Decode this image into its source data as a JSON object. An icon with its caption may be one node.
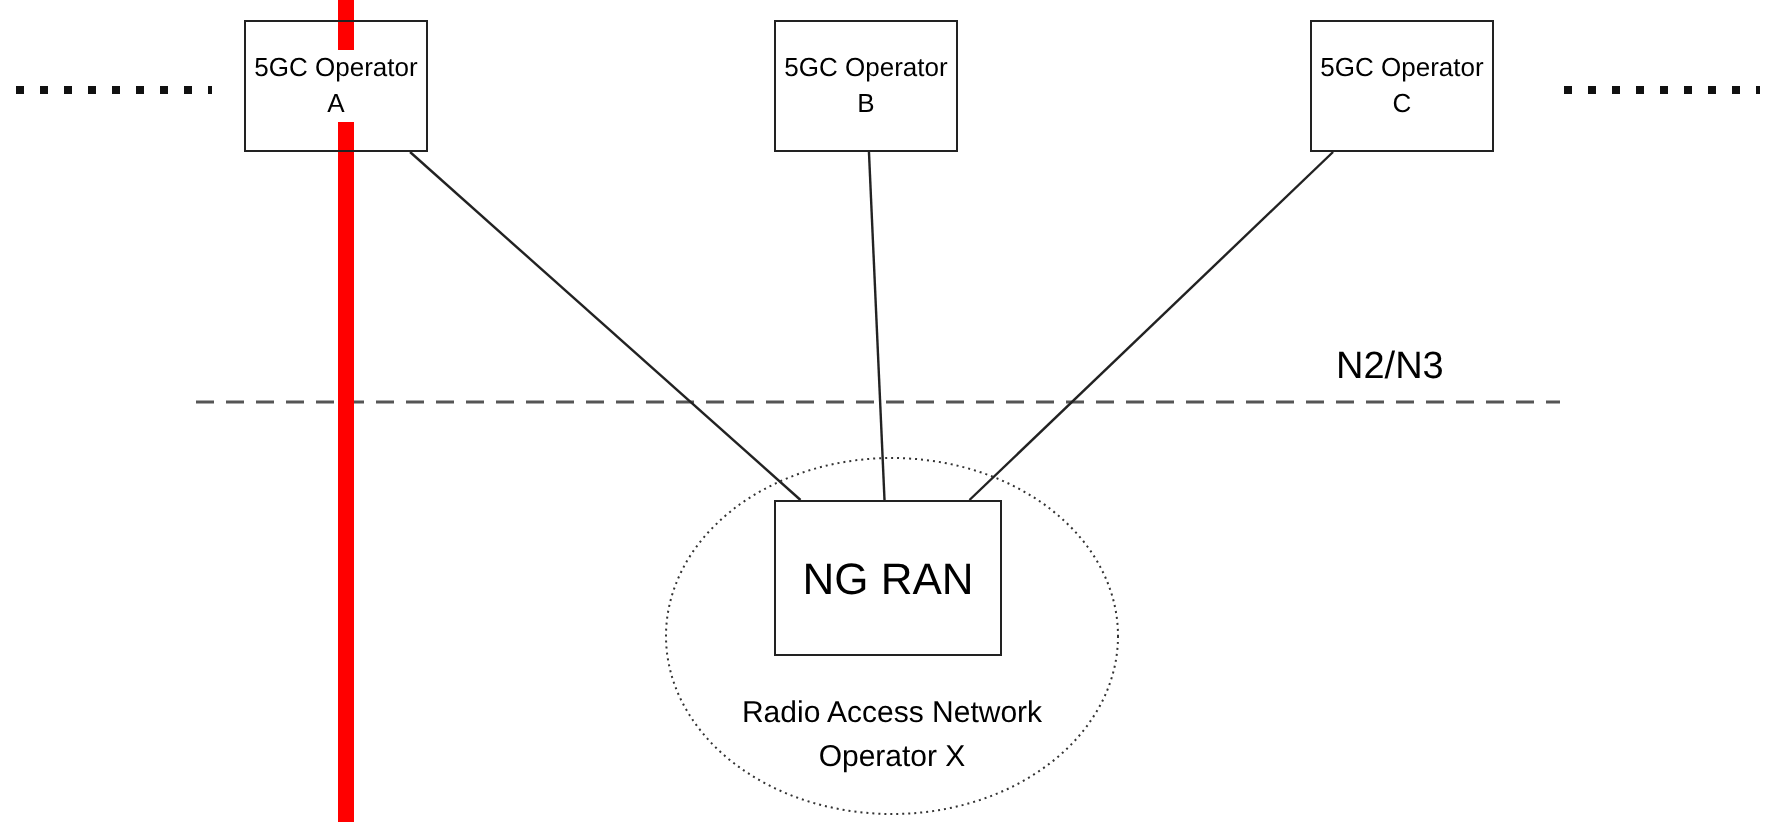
{
  "diagram": {
    "nodes": [
      {
        "text": [
          "5GC Operator A"
        ]
      },
      {
        "text": [
          "5GC Operator B"
        ]
      },
      {
        "text": [
          "5GC Operator C"
        ]
      },
      {
        "text": [
          "Radio Access Network Operator X"
        ]
      },
      {
        "text": [
          "NG RAN"
        ],
        "in": 3
      }
    ],
    "edges": [
      {
        "from": 0,
        "to": 4,
        "arrow": "none"
      },
      {
        "from": 1,
        "to": 4,
        "arrow": "none"
      },
      {
        "from": 2,
        "to": 4,
        "arrow": "none"
      }
    ],
    "labels": [
      "N2/N3"
    ]
  }
}
